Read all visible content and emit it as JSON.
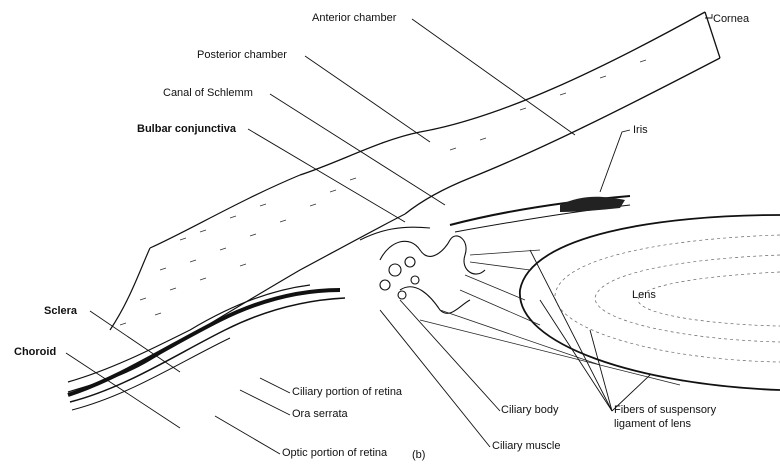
{
  "labels": {
    "anterior_chamber": "Anterior chamber",
    "cornea": "Cornea",
    "posterior_chamber": "Posterior chamber",
    "canal_of_schlemm": "Canal of Schlemm",
    "bulbar_conjunctiva": "Bulbar conjunctiva",
    "iris": "Iris",
    "lens": "Lens",
    "sclera": "Sclera",
    "choroid": "Choroid",
    "ciliary_portion_of_retina": "Ciliary portion of retina",
    "ora_serrata": "Ora serrata",
    "optic_portion_of_retina": "Optic portion of retina",
    "ciliary_body": "Ciliary body",
    "ciliary_muscle": "Ciliary muscle",
    "fibers_line1": "Fibers of suspensory",
    "fibers_line2": "ligament of lens",
    "panel": "(b)"
  }
}
